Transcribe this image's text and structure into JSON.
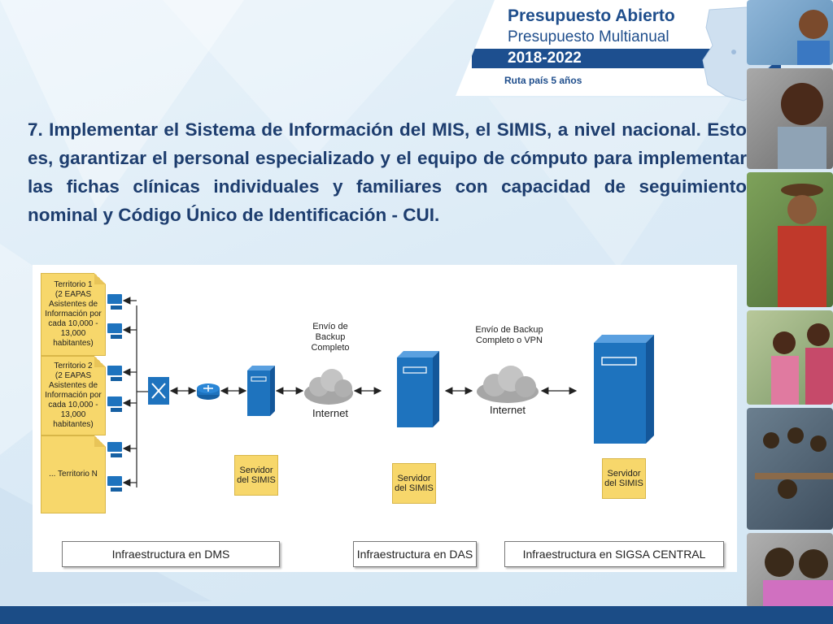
{
  "header": {
    "title": "Presupuesto Abierto",
    "subtitle": "Presupuesto Multianual",
    "years": "2018-2022",
    "tagline": "Ruta país 5 años"
  },
  "main_text": "7. Implementar el Sistema de Información del MIS, el SIMIS, a nivel nacional. Esto es, garantizar el personal especializado y el equipo de cómputo para implementar las fichas clínicas individuales y familiares con capacidad de seguimiento nominal y Código Único de Identificación - CUI.",
  "diagram": {
    "territories": [
      {
        "label": "Territorio 1\n(2 EAPAS\nAsistentes de\nInformación por\ncada 10,000 -\n13,000 habitantes)"
      },
      {
        "label": "Territorio 2\n(2 EAPAS\nAsistentes de\nInformación por\ncada 10,000 -\n13,000 habitantes)"
      },
      {
        "label": "... Territorio N"
      }
    ],
    "backup_label_1": "Envío de\nBackup\nCompleto",
    "backup_label_2": "Envío de Backup\nCompleto o VPN",
    "internet_label_1": "Internet",
    "internet_label_2": "Internet",
    "server_notes": [
      "Servidor\ndel SIMIS",
      "Servidor\ndel SIMIS",
      "Servidor\ndel SIMIS"
    ],
    "infra_labels": [
      "Infraestructura en DMS",
      "Infraestructura en DAS",
      "Infraestructura en SIGSA CENTRAL"
    ]
  },
  "colors": {
    "brand_blue": "#1f4e8c",
    "band_blue": "#1d4f8f",
    "note_yellow": "#f7d76b",
    "device_blue": "#1e73be"
  }
}
